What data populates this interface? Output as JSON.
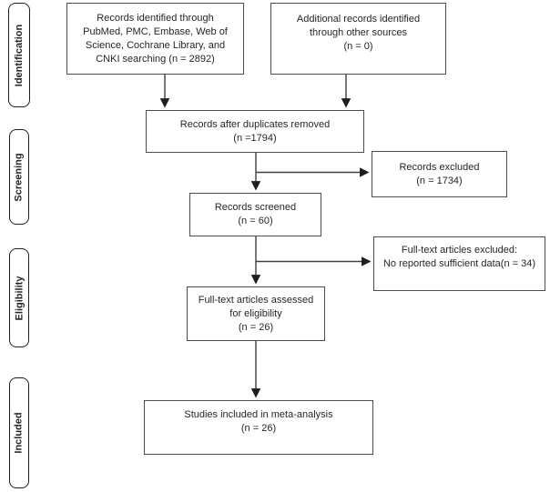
{
  "colors": {
    "box-border": "#4d4d4d",
    "label-border": "#1f1f1f",
    "text": "#262626",
    "arrow": "#3f3f3f",
    "background": "#ffffff"
  },
  "stages": [
    {
      "label": "Identification"
    },
    {
      "label": "Screening"
    },
    {
      "label": "Eligibility"
    },
    {
      "label": "Included"
    }
  ],
  "boxes": {
    "records_identified": {
      "lines": [
        "Records identified through",
        "PubMed, PMC, Embase, Web of",
        "Science, Cochrane Library, and",
        "CNKI searching (n = 2892)"
      ]
    },
    "additional_records": {
      "lines": [
        "Additional records identified",
        "through other sources",
        "(n = 0)"
      ]
    },
    "duplicates_removed": {
      "lines": [
        "Records after duplicates removed",
        "(n =1794)"
      ]
    },
    "records_excluded": {
      "lines": [
        "Records excluded",
        "(n = 1734)"
      ]
    },
    "records_screened": {
      "lines": [
        "Records screened",
        "(n = 60)"
      ]
    },
    "fulltext_excluded": {
      "lines": [
        "Full-text articles excluded:",
        "No reported sufficient data(n = 34)"
      ]
    },
    "fulltext_assessed": {
      "lines": [
        "Full-text articles assessed",
        "for eligibility",
        "(n = 26)"
      ]
    },
    "studies_included": {
      "lines": [
        "Studies included in meta-analysis",
        "(n = 26)"
      ]
    }
  }
}
